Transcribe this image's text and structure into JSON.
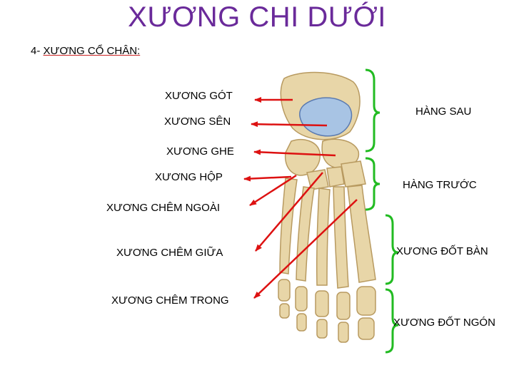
{
  "title": "XƯƠNG CHI DƯỚI",
  "subtitle": {
    "prefix": "4- ",
    "text": "XƯƠNG CỔ CHÂN:"
  },
  "left_labels": {
    "calcaneus": "XƯƠNG GÓT",
    "talus": "XƯƠNG SÊN",
    "navicular": "XƯƠNG GHE",
    "cuboid": "XƯƠNG HỘP",
    "lateral_cuneiform": "XƯƠNG CHÊM NGOÀI",
    "middle_cuneiform": "XƯƠNG CHÊM GIỮA",
    "medial_cuneiform": "XƯƠNG CHÊM TRONG"
  },
  "right_labels": {
    "posterior_row": "HÀNG SAU",
    "anterior_row": "HÀNG TRƯỚC",
    "metatarsals": "XƯƠNG ĐỐT BÀN",
    "phalanges": "XƯƠNG ĐỐT NGÓN"
  },
  "colors": {
    "title": "#6a2a9a",
    "arrow": "#dd1111",
    "bracket": "#22bb22",
    "bone": "#e8d6a8",
    "bone_edge": "#b89a60",
    "highlight": "#a8c4e4"
  }
}
